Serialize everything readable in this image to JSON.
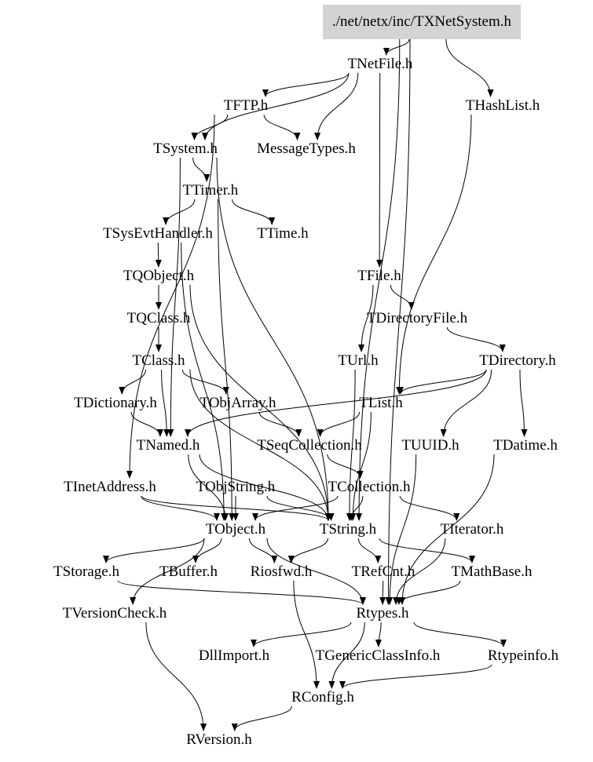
{
  "graph": {
    "root": "txnetsystem",
    "nodes": {
      "txnetsystem": "./net/netx/inc/TXNetSystem.h",
      "tnetfile": "TNetFile.h",
      "tftp": "TFTP.h",
      "thashlist": "THashList.h",
      "tsystem": "TSystem.h",
      "messagetypes": "MessageTypes.h",
      "ttimer": "TTimer.h",
      "tsysevthandler": "TSysEvtHandler.h",
      "ttime": "TTime.h",
      "tqobject": "TQObject.h",
      "tfile": "TFile.h",
      "tqclass": "TQClass.h",
      "tdirectoryfile": "TDirectoryFile.h",
      "tclass": "TClass.h",
      "turl": "TUrl.h",
      "tdirectory": "TDirectory.h",
      "tdictionary": "TDictionary.h",
      "tobjarray": "TObjArray.h",
      "tlist": "TList.h",
      "tnamed": "TNamed.h",
      "tseqcollection": "TSeqCollection.h",
      "tuuid": "TUUID.h",
      "tdatime": "TDatime.h",
      "tinetaddress": "TInetAddress.h",
      "tobjstring": "TObjString.h",
      "tcollection": "TCollection.h",
      "tobject": "TObject.h",
      "tstring": "TString.h",
      "titerator": "TIterator.h",
      "tstorage": "TStorage.h",
      "tbuffer": "TBuffer.h",
      "riosfwd": "Riosfwd.h",
      "trefcnt": "TRefCnt.h",
      "tmathbase": "TMathBase.h",
      "tversioncheck": "TVersionCheck.h",
      "rtypes": "Rtypes.h",
      "dllimport": "DllImport.h",
      "tgenericclassinfo": "TGenericClassInfo.h",
      "rtypeinfo": "Rtypeinfo.h",
      "rconfig": "RConfig.h",
      "rversion": "RVersion.h"
    },
    "edges": [
      [
        "txnetsystem",
        "tnetfile"
      ],
      [
        "txnetsystem",
        "thashlist"
      ],
      [
        "txnetsystem",
        "tstring"
      ],
      [
        "txnetsystem",
        "rtypes"
      ],
      [
        "tnetfile",
        "tftp"
      ],
      [
        "tnetfile",
        "tsystem"
      ],
      [
        "tnetfile",
        "messagetypes"
      ],
      [
        "tnetfile",
        "tfile"
      ],
      [
        "tftp",
        "tsystem"
      ],
      [
        "tftp",
        "messagetypes"
      ],
      [
        "tftp",
        "tinetaddress"
      ],
      [
        "tsystem",
        "ttimer"
      ],
      [
        "tsystem",
        "tnamed"
      ],
      [
        "tsystem",
        "tstring"
      ],
      [
        "ttimer",
        "tsysevthandler"
      ],
      [
        "ttimer",
        "ttime"
      ],
      [
        "ttimer",
        "tobject"
      ],
      [
        "tsysevthandler",
        "tqobject"
      ],
      [
        "tsysevthandler",
        "tobject"
      ],
      [
        "tqobject",
        "tqclass"
      ],
      [
        "tqobject",
        "tstring"
      ],
      [
        "tqclass",
        "tclass"
      ],
      [
        "tclass",
        "tdictionary"
      ],
      [
        "tclass",
        "tobjarray"
      ],
      [
        "tclass",
        "tnamed"
      ],
      [
        "tclass",
        "tstring"
      ],
      [
        "thashlist",
        "tlist"
      ],
      [
        "tfile",
        "tdirectoryfile"
      ],
      [
        "tfile",
        "turl"
      ],
      [
        "tdirectoryfile",
        "tdirectory"
      ],
      [
        "tdirectory",
        "tlist"
      ],
      [
        "tdirectory",
        "tnamed"
      ],
      [
        "tdirectory",
        "tuuid"
      ],
      [
        "tdirectory",
        "tdatime"
      ],
      [
        "turl",
        "tstring"
      ],
      [
        "tdictionary",
        "tnamed"
      ],
      [
        "tobjarray",
        "tseqcollection"
      ],
      [
        "tlist",
        "tseqcollection"
      ],
      [
        "tlist",
        "tstring"
      ],
      [
        "tseqcollection",
        "tcollection"
      ],
      [
        "tcollection",
        "tobject"
      ],
      [
        "tcollection",
        "tstring"
      ],
      [
        "tcollection",
        "titerator"
      ],
      [
        "tuuid",
        "rtypes"
      ],
      [
        "tdatime",
        "rtypes"
      ],
      [
        "tinetaddress",
        "tobject"
      ],
      [
        "tinetaddress",
        "tstring"
      ],
      [
        "tobjstring",
        "tobject"
      ],
      [
        "tobjstring",
        "tstring"
      ],
      [
        "tnamed",
        "tobject"
      ],
      [
        "tnamed",
        "tstring"
      ],
      [
        "tobject",
        "tstorage"
      ],
      [
        "tobject",
        "tbuffer"
      ],
      [
        "tobject",
        "riosfwd"
      ],
      [
        "tobject",
        "tversioncheck"
      ],
      [
        "tobject",
        "rtypes"
      ],
      [
        "tstring",
        "riosfwd"
      ],
      [
        "tstring",
        "trefcnt"
      ],
      [
        "tstring",
        "tmathbase"
      ],
      [
        "titerator",
        "rtypes"
      ],
      [
        "tstorage",
        "rtypes"
      ],
      [
        "trefcnt",
        "rtypes"
      ],
      [
        "tmathbase",
        "rtypes"
      ],
      [
        "rtypes",
        "dllimport"
      ],
      [
        "rtypes",
        "tgenericclassinfo"
      ],
      [
        "rtypes",
        "rtypeinfo"
      ],
      [
        "rtypes",
        "rconfig"
      ],
      [
        "riosfwd",
        "rconfig"
      ],
      [
        "rtypeinfo",
        "rconfig"
      ],
      [
        "tversioncheck",
        "rversion"
      ],
      [
        "rconfig",
        "rversion"
      ]
    ]
  }
}
